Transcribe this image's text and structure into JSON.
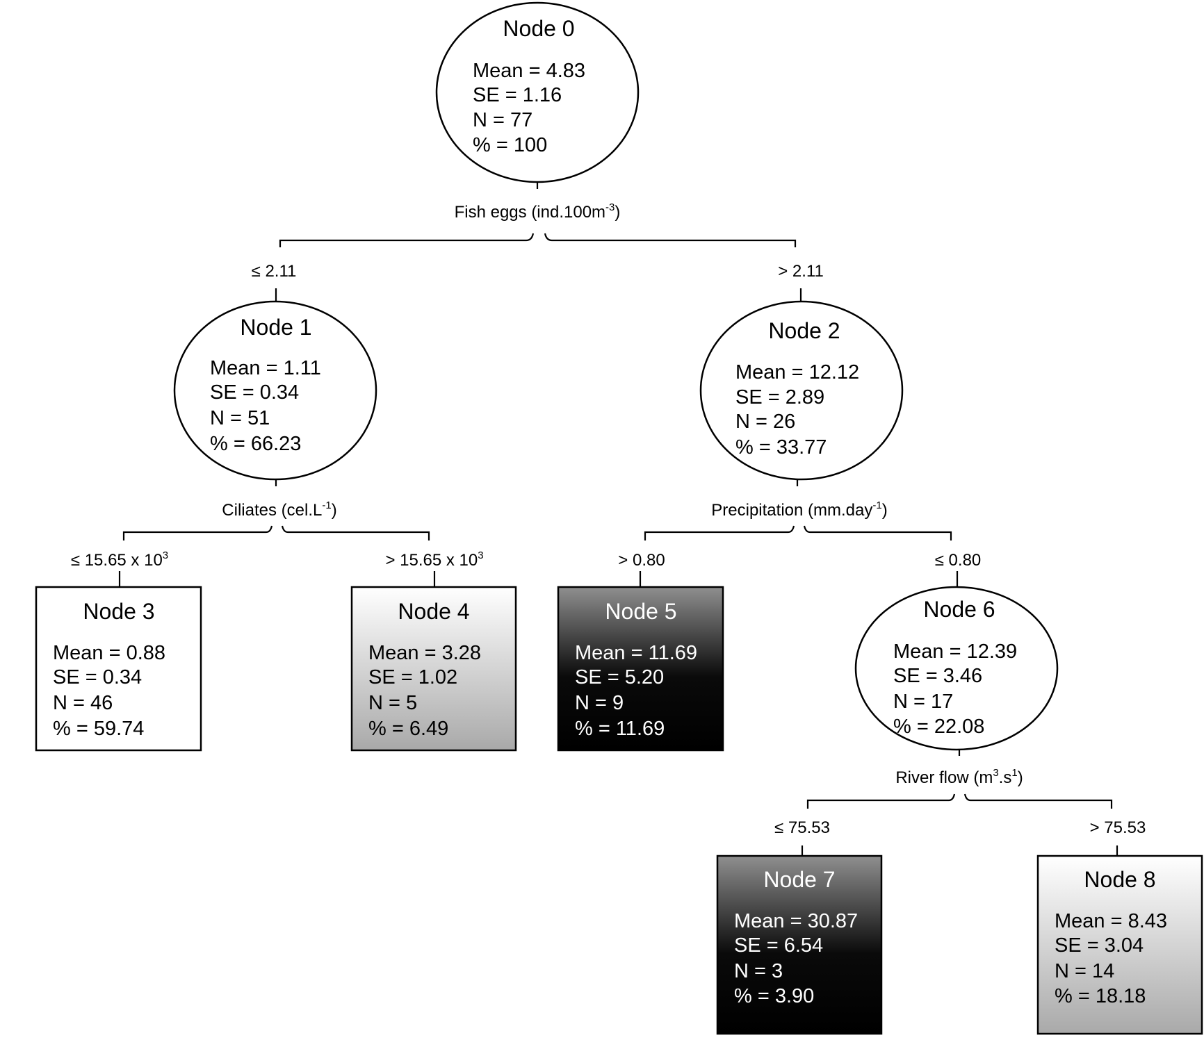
{
  "tree": {
    "nodes": {
      "n0": {
        "title": "Node 0",
        "mean": "Mean = 4.83",
        "se": "SE = 1.16",
        "n": "N = 77",
        "pct": "% = 100"
      },
      "n1": {
        "title": "Node 1",
        "mean": "Mean = 1.11",
        "se": "SE = 0.34",
        "n": "N = 51",
        "pct": "% = 66.23"
      },
      "n2": {
        "title": "Node 2",
        "mean": "Mean = 12.12",
        "se": "SE = 2.89",
        "n": "N = 26",
        "pct": "% = 33.77"
      },
      "n3": {
        "title": "Node 3",
        "mean": "Mean = 0.88",
        "se": "SE = 0.34",
        "n": "N = 46",
        "pct": "% = 59.74"
      },
      "n4": {
        "title": "Node 4",
        "mean": "Mean = 3.28",
        "se": "SE = 1.02",
        "n": "N = 5",
        "pct": "% = 6.49"
      },
      "n5": {
        "title": "Node 5",
        "mean": "Mean = 11.69",
        "se": "SE = 5.20",
        "n": "N = 9",
        "pct": "% = 11.69"
      },
      "n6": {
        "title": "Node 6",
        "mean": "Mean = 12.39",
        "se": "SE = 3.46",
        "n": "N = 17",
        "pct": "% = 22.08"
      },
      "n7": {
        "title": "Node 7",
        "mean": "Mean = 30.87",
        "se": "SE = 6.54",
        "n": "N = 3",
        "pct": "% = 3.90"
      },
      "n8": {
        "title": "Node 8",
        "mean": "Mean = 8.43",
        "se": "SE = 3.04",
        "n": "N = 14",
        "pct": "% = 18.18"
      }
    },
    "splits": {
      "s0": {
        "var": "Fish eggs (ind.100m",
        "sup": "-3",
        "tail": ")"
      },
      "s1": {
        "var": "Ciliates (cel.L",
        "sup": "-1",
        "tail": ")"
      },
      "s2": {
        "var": "Precipitation (mm.day",
        "sup": "-1",
        "tail": ")"
      },
      "s6": {
        "var": "River flow (m",
        "sup": "3",
        "mid": ".s",
        "sup2": "1",
        "tail": ")"
      }
    },
    "conditions": {
      "c1": "≤ 2.11",
      "c2": "> 2.11",
      "c3": {
        "text": "≤ 15.65 x 10",
        "sup": "3"
      },
      "c4": {
        "text": "> 15.65 x 10",
        "sup": "3"
      },
      "c5": "> 0.80",
      "c6": "≤ 0.80",
      "c7": "≤ 75.53",
      "c8": "> 75.53"
    },
    "fills": {
      "white": "#ffffff",
      "light_gradient": [
        "#ffffff",
        "#a9a9a9"
      ],
      "dark_gradient": [
        "#8f8f8f",
        "#000000"
      ]
    }
  }
}
